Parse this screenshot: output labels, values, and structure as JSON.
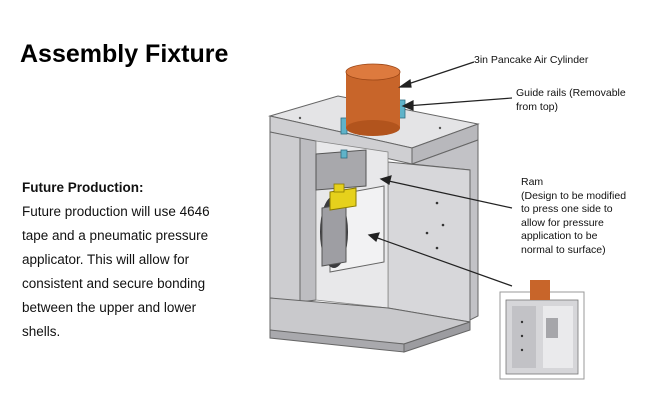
{
  "title": "Assembly Fixture",
  "future_production": {
    "heading": "Future Production:",
    "lines": [
      "Future production will use 4646",
      "tape and a pneumatic pressure",
      "applicator.  This will allow for",
      "consistent and  secure bonding",
      "between the upper and lower",
      "shells."
    ]
  },
  "callouts": {
    "cylinder": "3in Pancake Air Cylinder",
    "guide_rails": [
      "Guide rails (Removable",
      "from top)"
    ],
    "ram": [
      "Ram",
      "(Design to be modified",
      "to press one side to",
      "allow for pressure",
      "application to be",
      "normal to surface)"
    ]
  },
  "colors": {
    "cylinder": "#c8652a",
    "guide_rail": "#5fb3c9",
    "ram_yellow": "#e6d11c",
    "frame": "#d4d4d6"
  }
}
